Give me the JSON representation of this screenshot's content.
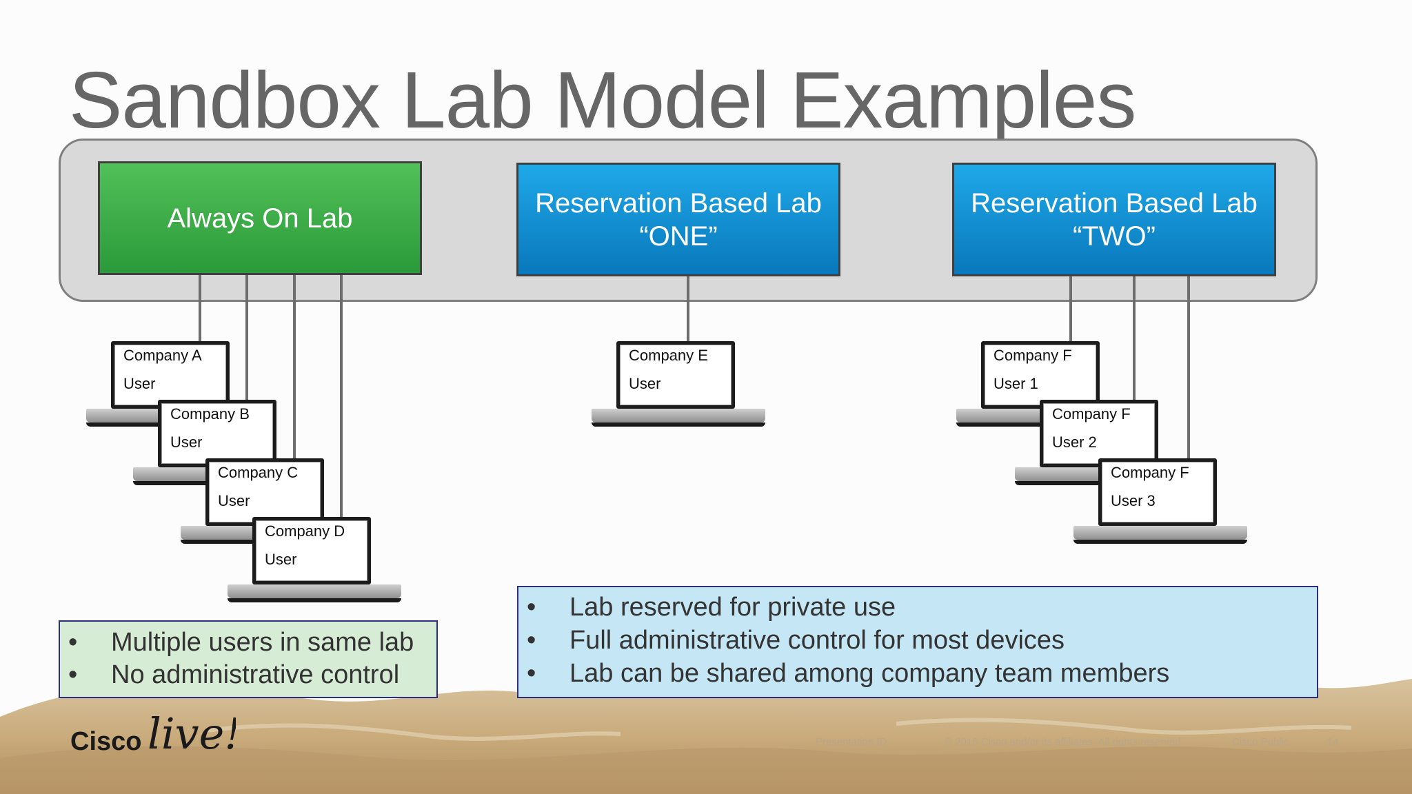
{
  "title": "Sandbox Lab Model Examples",
  "labs": {
    "always_on": {
      "label": "Always On Lab"
    },
    "reservation_one": {
      "line1": "Reservation Based Lab",
      "line2": "“ONE”"
    },
    "reservation_two": {
      "line1": "Reservation Based Lab",
      "line2": "“TWO”"
    }
  },
  "laptops": [
    {
      "company": "Company A",
      "user": "User"
    },
    {
      "company": "Company B",
      "user": "User"
    },
    {
      "company": "Company C",
      "user": "User"
    },
    {
      "company": "Company D",
      "user": "User"
    },
    {
      "company": "Company E",
      "user": "User"
    },
    {
      "company": "Company F",
      "user": "User 1"
    },
    {
      "company": "Company F",
      "user": "User 2"
    },
    {
      "company": "Company F",
      "user": "User 3"
    }
  ],
  "notes": {
    "always_on": [
      "Multiple users in same lab",
      "No administrative control"
    ],
    "reservation": [
      "Lab reserved for private use",
      "Full administrative control for most devices",
      "Lab can be shared among company team members"
    ]
  },
  "bullet": "•",
  "footer": {
    "presentation_id": "Presentation ID",
    "copyright": "© 2016  Cisco and/or its affiliates. All rights reserved.",
    "classification": "Cisco Public",
    "page": "14"
  },
  "logo": {
    "cisco": "Cisco",
    "live": "live!"
  },
  "colors": {
    "always_on": "#3cae4a",
    "reservation": "#0a8fd6",
    "title": "#666666"
  }
}
